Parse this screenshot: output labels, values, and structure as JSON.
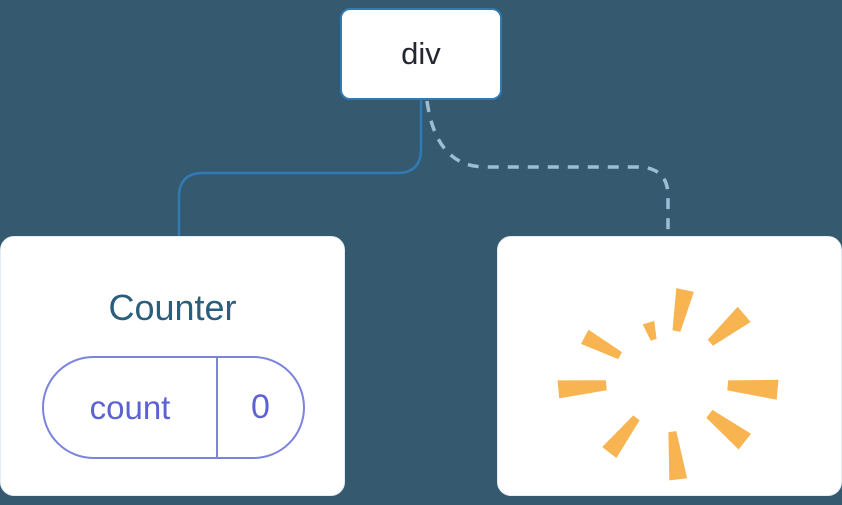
{
  "tree": {
    "root": {
      "label": "div"
    },
    "edges": [
      {
        "from": "div",
        "to": "Counter",
        "style": "solid"
      },
      {
        "from": "div",
        "to": "removed",
        "style": "dashed"
      }
    ],
    "counter": {
      "title": "Counter",
      "state_pill": {
        "key_label": "count",
        "value": "0"
      }
    },
    "removed_node": {
      "icon": "poof-icon"
    }
  },
  "colors": {
    "background": "#35596e",
    "node_background": "#ffffff",
    "root_border": "#2f7bb5",
    "root_text": "#23272f",
    "solid_edge": "#2f7bb5",
    "dashed_edge": "#9dbdd6",
    "counter_title": "#2b5d7d",
    "pill_border": "#7b83dc",
    "pill_text": "#5c62d6",
    "poof": "#f8b450"
  }
}
